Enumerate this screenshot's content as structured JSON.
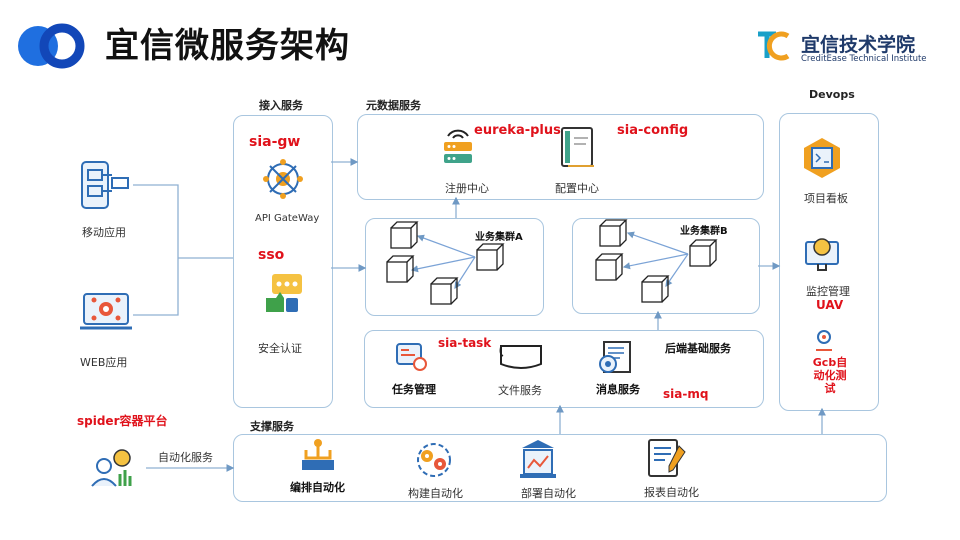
{
  "header": {
    "title": "宜信微服务架构",
    "brand_name": "宜信技术学院",
    "brand_sub": "CreditEase Technical Institute"
  },
  "clients": {
    "mobile": "移动应用",
    "web": "WEB应用"
  },
  "access": {
    "section": "接入服务",
    "sia_gw": "sia-gw",
    "gateway": "API GateWay",
    "sso": "sso",
    "auth": "安全认证"
  },
  "metadata": {
    "section": "元数据服务",
    "eureka": "eureka-plus",
    "config_tag": "sia-config",
    "registry": "注册中心",
    "config_center": "配置中心"
  },
  "clusters": {
    "a": "业务集群A",
    "b": "业务集群B"
  },
  "backend": {
    "section": "后端基础服务",
    "sia_task": "sia-task",
    "task": "任务管理",
    "file": "文件服务",
    "message": "消息服务",
    "sia_mq": "sia-mq"
  },
  "devops": {
    "section": "Devops",
    "board": "项目看板",
    "monitor": "监控管理",
    "uav": "UAV",
    "gcb": "Gcb自动化测试"
  },
  "support": {
    "section": "支撑服务",
    "spider": "spider容器平台",
    "auto_service": "自动化服务",
    "items": [
      "编排自动化",
      "构建自动化",
      "部署自动化",
      "报表自动化"
    ]
  }
}
